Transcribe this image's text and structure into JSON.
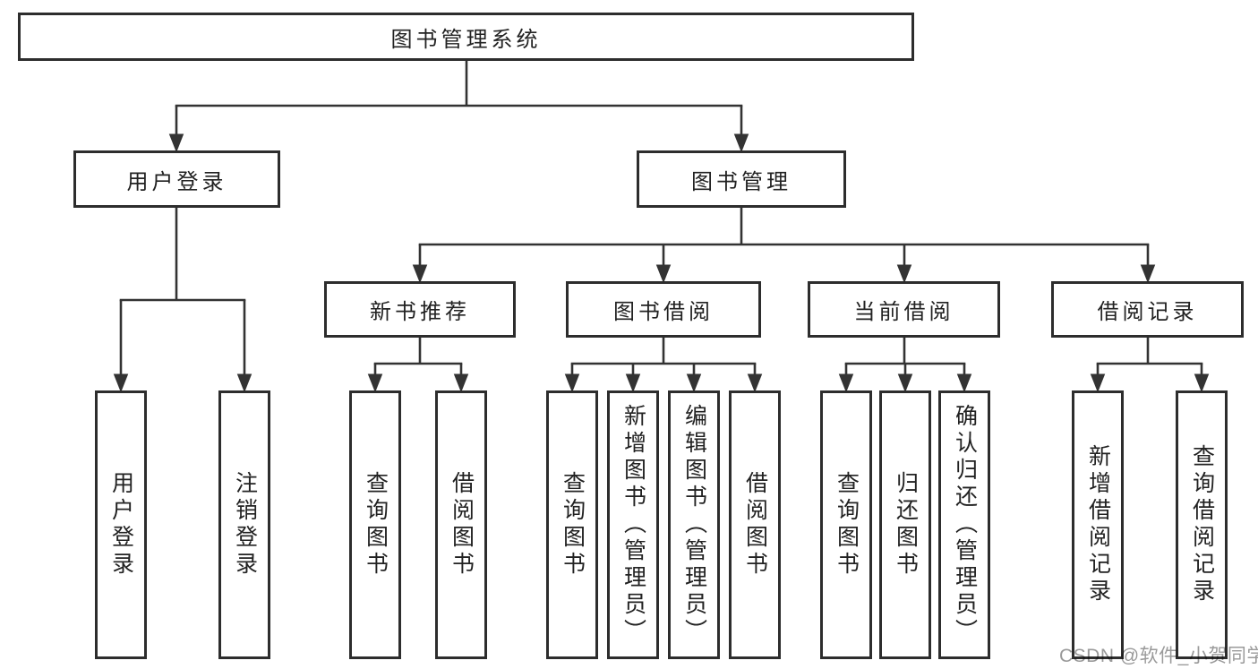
{
  "tree": {
    "root": {
      "label": "图书管理系统"
    },
    "branches": [
      {
        "label": "用户登录",
        "children": [
          {
            "label": "用户登录"
          },
          {
            "label": "注销登录"
          }
        ]
      },
      {
        "label": "图书管理",
        "children": [
          {
            "label": "新书推荐",
            "children": [
              {
                "label": "查询图书"
              },
              {
                "label": "借阅图书"
              }
            ]
          },
          {
            "label": "图书借阅",
            "children": [
              {
                "label": "查询图书"
              },
              {
                "label": "新增图书（管理员）"
              },
              {
                "label": "编辑图书（管理员）"
              },
              {
                "label": "借阅图书"
              }
            ]
          },
          {
            "label": "当前借阅",
            "children": [
              {
                "label": "查询图书"
              },
              {
                "label": "归还图书"
              },
              {
                "label": "确认归还（管理员）"
              }
            ]
          },
          {
            "label": "借阅记录",
            "children": [
              {
                "label": "新增借阅记录"
              },
              {
                "label": "查询借阅记录"
              }
            ]
          }
        ]
      }
    ]
  },
  "watermark": {
    "text": "CSDN @软件_小贺同学"
  },
  "colors": {
    "line": "#333333",
    "box_border": "#2d2d2d",
    "text": "#222222",
    "watermark": "#9a9a9a",
    "background": "#ffffff"
  }
}
